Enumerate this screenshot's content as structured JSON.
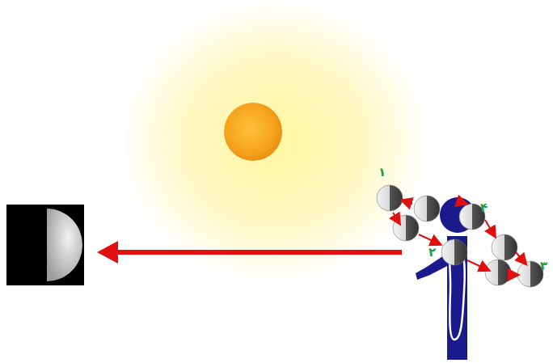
{
  "diagram": {
    "labels": [
      "۱",
      "۲",
      "۳",
      "۴"
    ]
  }
}
